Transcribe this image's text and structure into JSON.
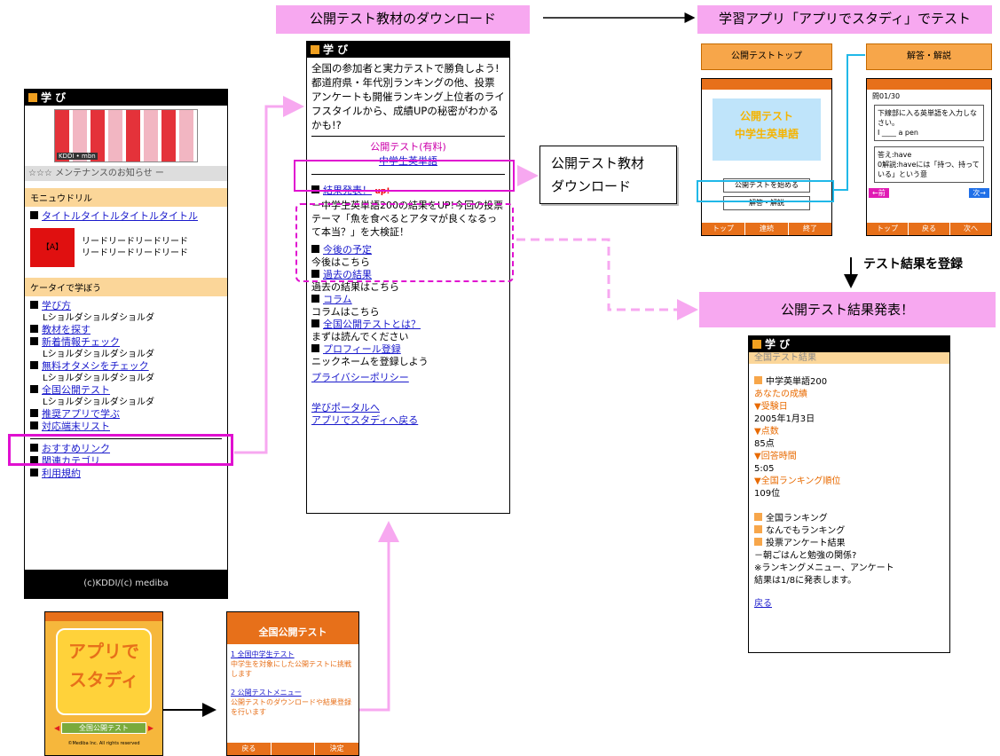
{
  "top": {
    "download_label": "公開テスト教材のダウンロード",
    "app_label": "学習アプリ「アプリでスタディ」でテスト",
    "register_label": "テスト結果を登録",
    "announce_label": "公開テスト結果発表！",
    "callout_label_line1": "公開テスト教材",
    "callout_label_line2": "ダウンロード"
  },
  "left_phone": {
    "header": "学 び",
    "banner_caption": "KDDI • mbn",
    "maintenance": "☆☆☆ メンテナンスのお知らせ ー",
    "section1": "モニュウドリル",
    "title_item": "タイトルタイトルタイトルタイトル",
    "lead_line1": "リードリードリードリード",
    "lead_line2": "リードリードリードリード",
    "section2": "ケータイで学ぼう",
    "items": [
      {
        "label": "学び方",
        "sub": "Lショルダショルダショルダ"
      },
      {
        "label": "教材を探す",
        "sub": ""
      },
      {
        "label": "新着情報チェック",
        "sub": "Lショルダショルダショルダ"
      },
      {
        "label": "無料オタメシをチェック",
        "sub": "Lショルダショルダショルダ"
      },
      {
        "label": "全国公開テスト",
        "sub": "Lショルダショルダショルダ"
      },
      {
        "label": "推奨アプリで学ぶ",
        "sub": ""
      },
      {
        "label": "対応端末リスト",
        "sub": ""
      }
    ],
    "links": [
      "おすすめリンク",
      "関連カテゴリ",
      "利用規約"
    ],
    "footer": "(c)KDDI/(c) mediba"
  },
  "mid_phone": {
    "header": "学 び",
    "intro": "全国の参加者と実力テストで勝負しよう!都道府県・年代別ランキングの他、投票アンケートも開催ランキング上位者のライフスタイルから、成績UPの秘密がわかるかも!?",
    "paid_label": "公開テスト(有料)",
    "paid_link": "中学生英単語",
    "news_link": "結果発表！",
    "news_badge": "up!",
    "news_text": "－中学生英単語200の結果をUP!今回の投票テーマ「魚を食べるとアタマが良くなるって本当？」を大検証！",
    "items": [
      {
        "label": "今後の予定",
        "sub": "今後はこちら"
      },
      {
        "label": "過去の結果",
        "sub": "過去の結果はこちら"
      },
      {
        "label": "コラム",
        "sub": "コラムはこちら"
      },
      {
        "label": "全国公開テストとは？",
        "sub": "まずは読んでください"
      },
      {
        "label": "プロフィール登録",
        "sub": "ニックネームを登録しよう"
      }
    ],
    "privacy": "プライバシーポリシー",
    "back1": "学びポータルへ",
    "back2": "アプリでスタディへ戻る"
  },
  "app_top": {
    "tab_label": "公開テストトップ",
    "title_line1": "公開テスト",
    "title_line2": "中学生英単語",
    "btn1": "公開テストを始める",
    "btn2": "解答・解説",
    "soft": [
      "トップ",
      "連続",
      "終了"
    ]
  },
  "app_answer": {
    "tab_label": "解答・解説",
    "counter": "問01/30",
    "question": "下線部に入る英単語を入力しなさい。",
    "question_sub": "I ____ a pen",
    "answer": "答え:have",
    "explain": "0解説:haveには「持つ、持っている」という意",
    "nav_prev": "←前",
    "nav_next": "次→",
    "soft": [
      "トップ",
      "戻る",
      "次へ"
    ]
  },
  "result_phone": {
    "header": "学 び",
    "title": "全国テスト結果",
    "test_name": "中学英単語200",
    "your_results": "あなたの成績",
    "date_label": "▼受験日",
    "date_value": "2005年1月3日",
    "score_label": "▼点数",
    "score_value": "85点",
    "time_label": "▼回答時間",
    "time_value": "5:05",
    "rank_label": "▼全国ランキング順位",
    "rank_value": "109位",
    "rank_items": [
      "全国ランキング",
      "なんでもランキング",
      "投票アンケート結果"
    ],
    "rank_note": "－朝ごはんと勉強の関係?",
    "notice_line1": "※ランキングメニュー、アンケート",
    "notice_line2": "結果は1/8に発表します。",
    "back": "戻る"
  },
  "app_splash": {
    "logo_line1": "アプリで",
    "logo_line2": "スタディ",
    "menu_item": "全国公開テスト",
    "copyright": "©Mediba Inc. All rights reserved"
  },
  "app_menu": {
    "header": "全国公開テスト",
    "item1_label": "1 全国中学生テスト",
    "item1_desc": "中学生を対象にした公開テストに挑戦します",
    "item2_label": "2 公開テストメニュー",
    "item2_desc": "公開テストのダウンロードや結果登録を行います",
    "soft": [
      "戻る",
      "",
      "決定"
    ]
  },
  "colors": {
    "pink_label": "#f7a8f0",
    "magenta": "#e010d0",
    "cyan": "#20b8e8",
    "orange": "#f7a64a",
    "section_bg": "#fbd699"
  }
}
